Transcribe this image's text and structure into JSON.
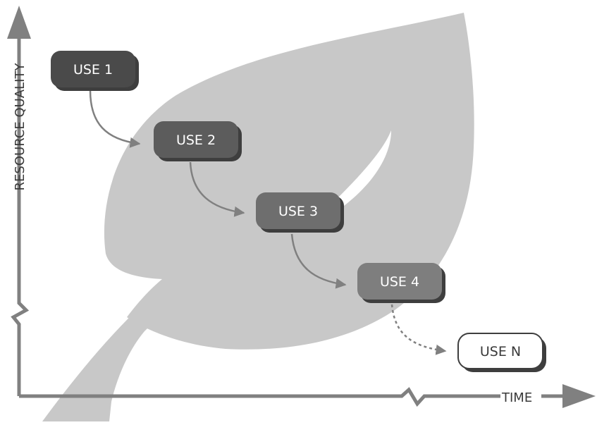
{
  "axes": {
    "y_label": "RESOURCE QUALITY",
    "x_label": "TIME"
  },
  "nodes": [
    {
      "label": "USE 1"
    },
    {
      "label": "USE 2"
    },
    {
      "label": "USE 3"
    },
    {
      "label": "USE 4"
    },
    {
      "label": "USE N"
    }
  ],
  "colors": {
    "leaf": "#c8c8c8",
    "axis": "#808080",
    "arrow": "#808080",
    "node_1": "#4a4a4a",
    "node_2": "#5c5c5c",
    "node_3": "#6e6e6e",
    "node_4": "#7e7e7e",
    "node_n": "#ffffff",
    "shadow": "#3e3e3e",
    "text_light": "#ffffff",
    "text_dark": "#3a3a3a"
  }
}
